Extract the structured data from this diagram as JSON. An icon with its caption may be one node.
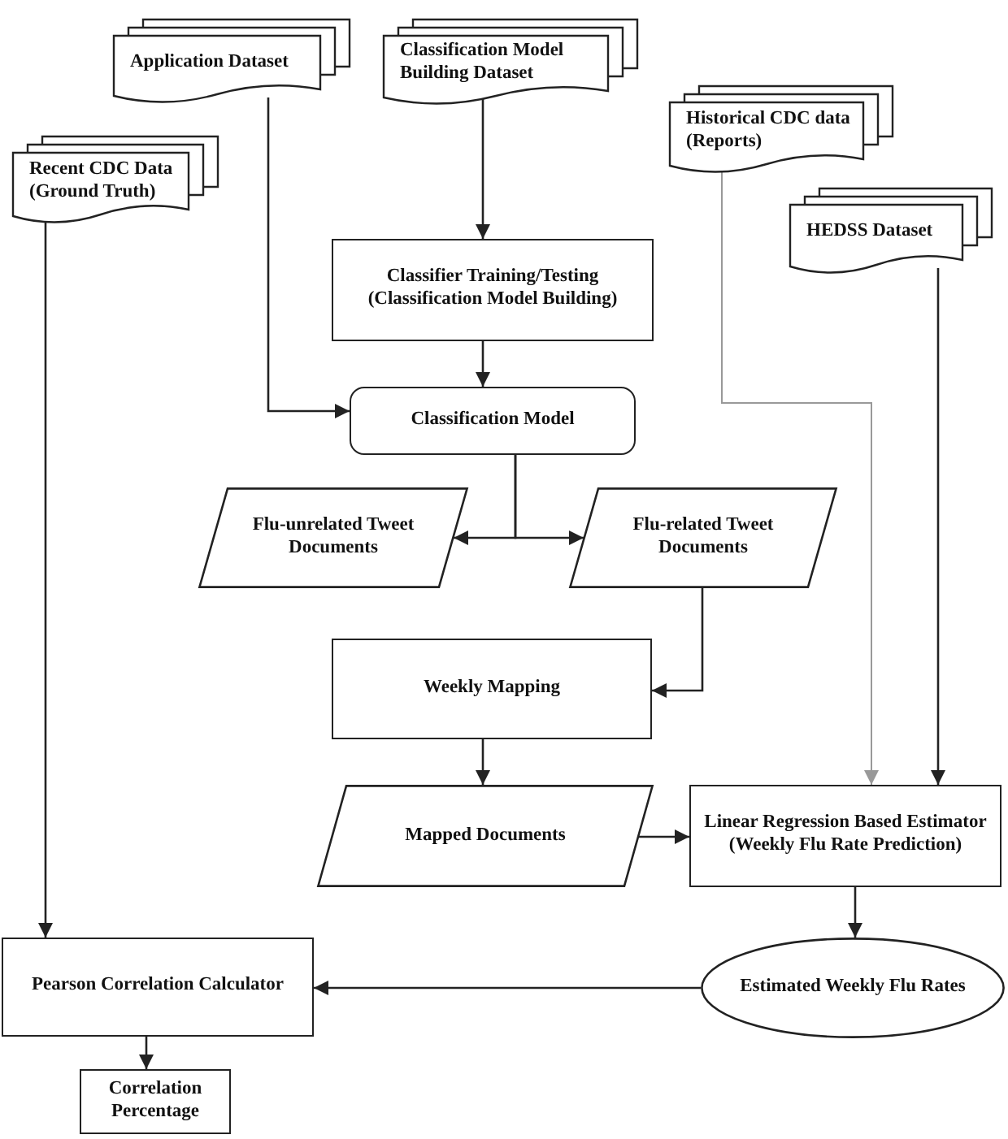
{
  "diagram": {
    "nodes": [
      {
        "text": [
          "Application Dataset"
        ]
      },
      {
        "text": [
          "Classification Model Building Dataset"
        ]
      },
      {
        "text": [
          "Recent CDC Data (Ground Truth)"
        ]
      },
      {
        "text": [
          "Historical CDC data (Reports)"
        ]
      },
      {
        "text": [
          "HEDSS Dataset"
        ]
      },
      {
        "text": [
          "Classifier Training/Testing (Classification Model Building)"
        ]
      },
      {
        "text": [
          "Classification Model"
        ]
      },
      {
        "text": [
          "Flu-unrelated Tweet Documents"
        ]
      },
      {
        "text": [
          "Flu-related Tweet Documents"
        ]
      },
      {
        "text": [
          "Weekly Mapping"
        ]
      },
      {
        "text": [
          "Mapped Documents"
        ]
      },
      {
        "text": [
          "Linear Regression Based Estimator (Weekly Flu Rate Prediction)"
        ]
      },
      {
        "text": [
          "Estimated Weekly Flu Rates"
        ]
      },
      {
        "text": [
          "Pearson Correlation Calculator"
        ]
      },
      {
        "text": [
          "Correlation Percentage"
        ]
      }
    ],
    "edges": [
      {
        "from": 0,
        "to": 6,
        "arrow": "to"
      },
      {
        "from": 1,
        "to": 5,
        "arrow": "to"
      },
      {
        "from": 5,
        "to": 6,
        "arrow": "to"
      },
      {
        "from": 6,
        "to": 7,
        "arrow": "to"
      },
      {
        "from": 6,
        "to": 8,
        "arrow": "to"
      },
      {
        "from": 8,
        "to": 9,
        "arrow": "to"
      },
      {
        "from": 9,
        "to": 10,
        "arrow": "to"
      },
      {
        "from": 10,
        "to": 11,
        "arrow": "to"
      },
      {
        "from": 3,
        "to": 11,
        "arrow": "to",
        "color": "#999999"
      },
      {
        "from": 4,
        "to": 11,
        "arrow": "to"
      },
      {
        "from": 11,
        "to": 12,
        "arrow": "to"
      },
      {
        "from": 12,
        "to": 13,
        "arrow": "to"
      },
      {
        "from": 2,
        "to": 13,
        "arrow": "to"
      },
      {
        "from": 13,
        "to": 14,
        "arrow": "to"
      }
    ]
  }
}
